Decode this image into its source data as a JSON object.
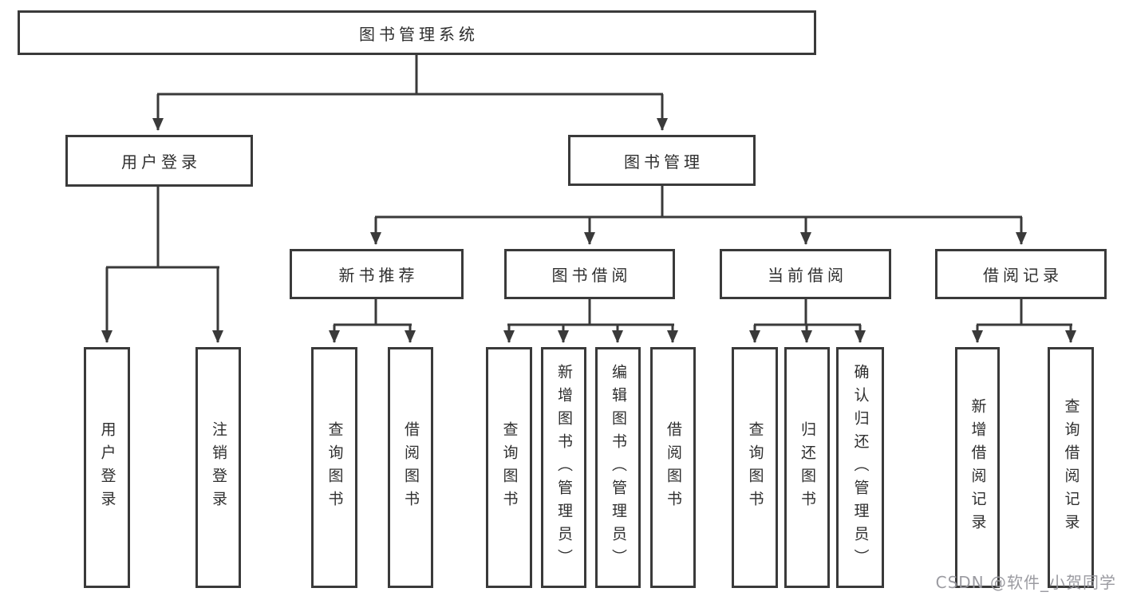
{
  "title": {
    "label": "图书管理系统"
  },
  "level2": [
    {
      "label": "用户登录"
    },
    {
      "label": "图书管理"
    }
  ],
  "level3": [
    {
      "label": "新书推荐"
    },
    {
      "label": "图书借阅"
    },
    {
      "label": "当前借阅"
    },
    {
      "label": "借阅记录"
    }
  ],
  "leaves": {
    "user_login": [
      "用户登录",
      "注销登录"
    ],
    "new_book_recommend": [
      "查询图书",
      "借阅图书"
    ],
    "book_borrow": [
      "查询图书",
      "新增图书（管理员）",
      "编辑图书（管理员）",
      "借阅图书"
    ],
    "current_borrow": [
      "查询图书",
      "归还图书",
      "确认归还（管理员）"
    ],
    "borrow_records": [
      "新增借阅记录",
      "查询借阅记录"
    ]
  },
  "watermark": {
    "text": "CSDN @软件_小贺同学"
  },
  "colors": {
    "line": "#3a3a3a",
    "text": "#2f2f2f",
    "background": "#ffffff",
    "watermark": "#96969c"
  }
}
